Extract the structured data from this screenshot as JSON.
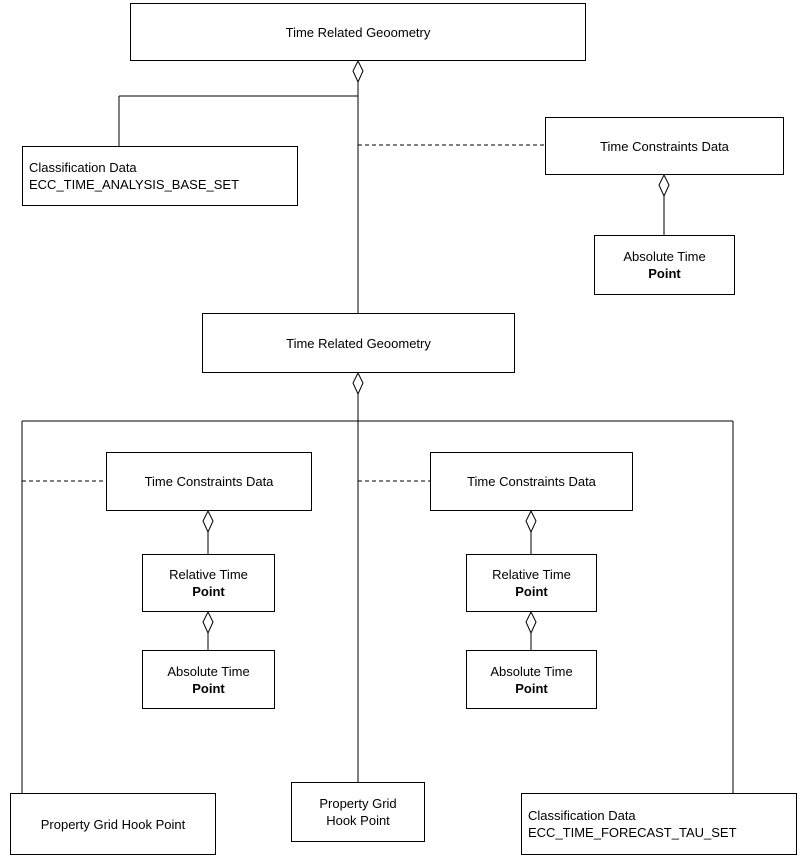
{
  "diagram": {
    "title": "Time Related Geometry entity relationship diagram",
    "line_color": "#000000",
    "background_color": "#ffffff",
    "nodes": {
      "top_geometry": {
        "line1": "Time Related Geoometry"
      },
      "classification_base": {
        "line1": "Classification Data",
        "line2": "ECC_TIME_ANALYSIS_BASE_SET"
      },
      "time_constraints_top": {
        "line1": "Time Constraints Data"
      },
      "absolute_time_top": {
        "line1": "Absolute Time",
        "line2": "Point"
      },
      "mid_geometry": {
        "line1": "Time Related Geoometry"
      },
      "time_constraints_left": {
        "line1": "Time Constraints Data"
      },
      "relative_time_left": {
        "line1": "Relative Time",
        "line2": "Point"
      },
      "absolute_time_left": {
        "line1": "Absolute Time",
        "line2": "Point"
      },
      "time_constraints_right": {
        "line1": "Time Constraints Data"
      },
      "relative_time_right": {
        "line1": "Relative Time",
        "line2": "Point"
      },
      "absolute_time_right": {
        "line1": "Absolute Time",
        "line2": "Point"
      },
      "property_grid_bottom_left": {
        "line1": "Property Grid Hook Point"
      },
      "property_grid_bottom_mid": {
        "line1": "Property Grid",
        "line2": "Hook Point"
      },
      "classification_forecast": {
        "line1": "Classification Data",
        "line2": "ECC_TIME_FORECAST_TAU_SET"
      }
    }
  }
}
